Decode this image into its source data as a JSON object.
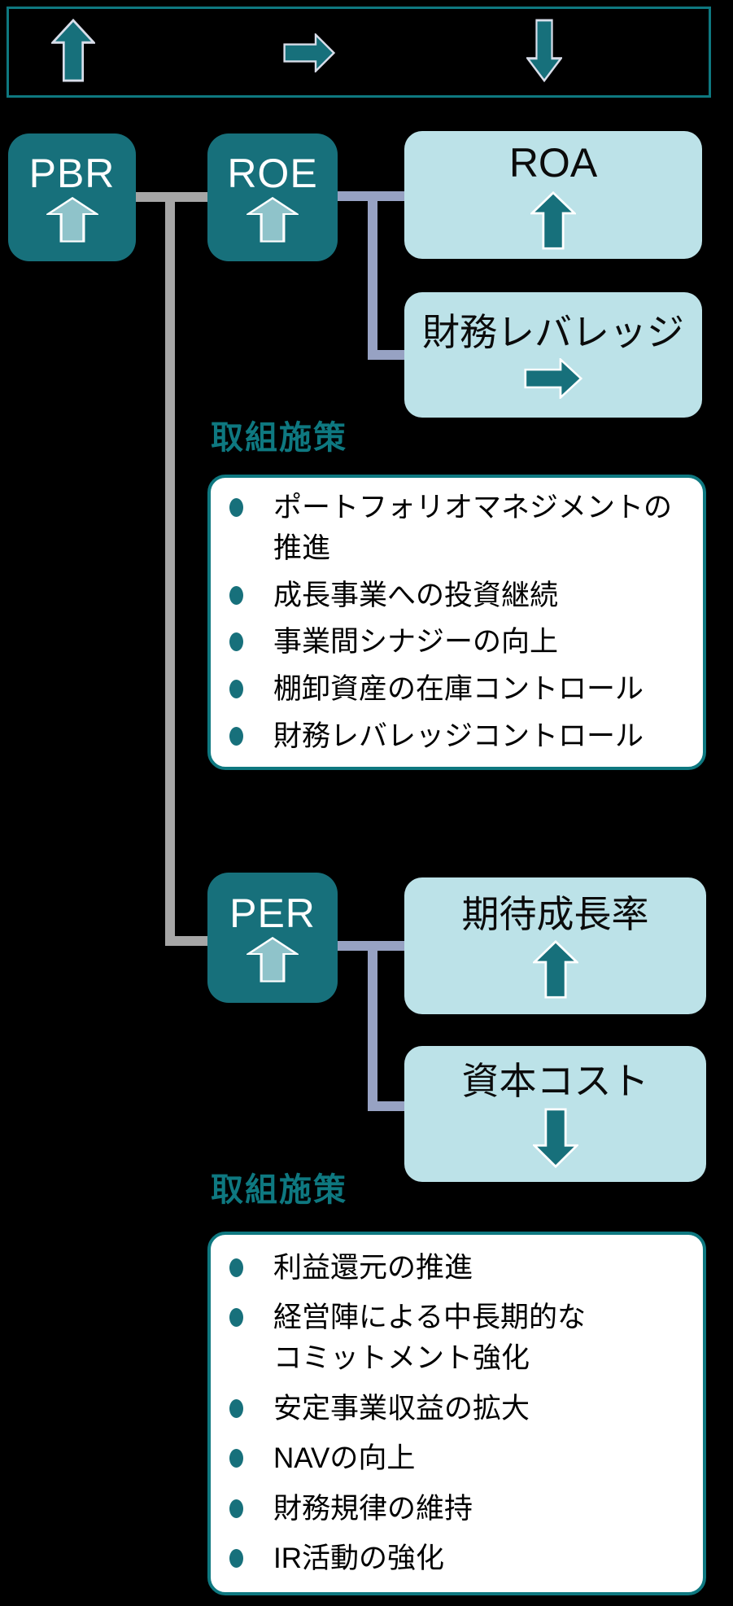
{
  "legend": {
    "arrows": [
      {
        "icon": "up-arrow-icon"
      },
      {
        "icon": "right-arrow-icon"
      },
      {
        "icon": "down-arrow-icon"
      }
    ]
  },
  "nodes": {
    "pbr": {
      "label": "PBR",
      "arrow": "up-arrow-icon"
    },
    "roe": {
      "label": "ROE",
      "arrow": "up-arrow-icon"
    },
    "per": {
      "label": "PER",
      "arrow": "up-arrow-icon"
    },
    "roa": {
      "label": "ROA",
      "arrow": "up-arrow-icon"
    },
    "leverage": {
      "label": "財務レバレッジ",
      "arrow": "right-arrow-icon"
    },
    "growth": {
      "label": "期待成長率",
      "arrow": "up-arrow-icon"
    },
    "capital_cost": {
      "label": "資本コスト",
      "arrow": "down-arrow-icon"
    }
  },
  "measures_roe": {
    "title": "取組施策",
    "items": [
      "ポートフォリオマネジメントの推進",
      "成長事業への投資継続",
      "事業間シナジーの向上",
      "棚卸資産の在庫コントロール",
      "財務レバレッジコントロール"
    ]
  },
  "measures_per": {
    "title": "取組施策",
    "items": [
      "利益還元の推進",
      "経営陣による中長期的な\nコミットメント強化",
      "安定事業収益の拡大",
      "NAVの向上",
      "財務規律の維持",
      "IR活動の強化"
    ]
  },
  "colors": {
    "dark_teal": "#17707B",
    "light_blue_box": "#BCE2E8",
    "gray_connector": "#A6A6A6",
    "lavender_connector": "#97A2C3",
    "teal_border": "#0E7880",
    "light_arrow_fill": "#8FC3CA",
    "legend_arrow_outline": "#D9DEEA",
    "background": "#000000"
  }
}
